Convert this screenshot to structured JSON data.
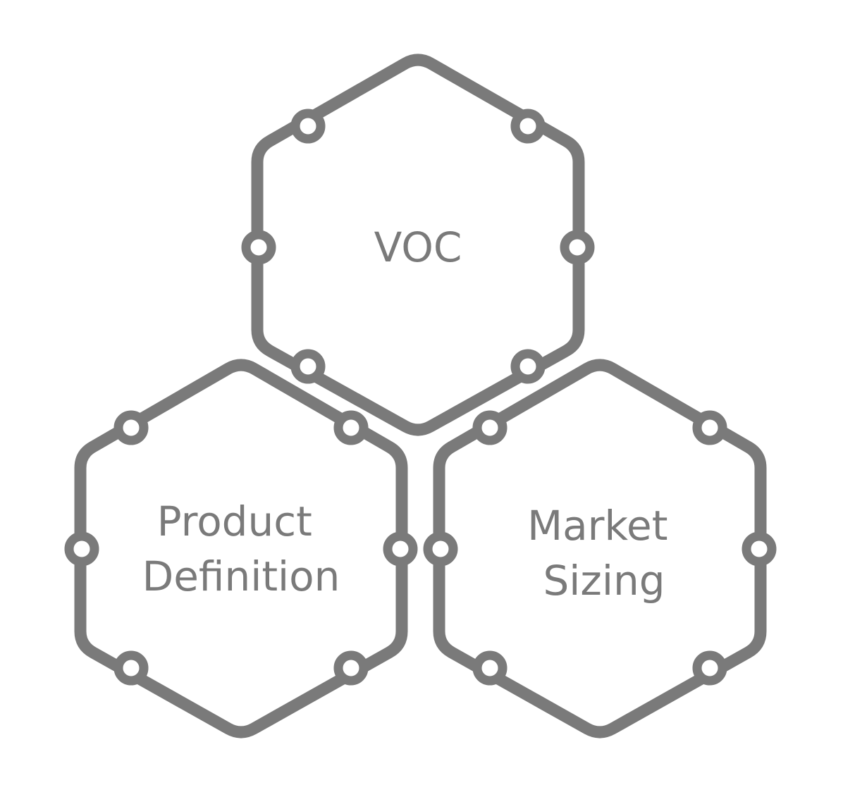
{
  "colors": {
    "stroke": "#7a7a7a",
    "label": "#7a7a7a",
    "background": "#ffffff"
  },
  "hexagons": [
    {
      "id": "voc",
      "lines": [
        "VOC"
      ]
    },
    {
      "id": "product-definition",
      "lines": [
        "Product",
        "Definition"
      ]
    },
    {
      "id": "market-sizing",
      "lines": [
        "Market",
        "Sizing"
      ]
    }
  ]
}
